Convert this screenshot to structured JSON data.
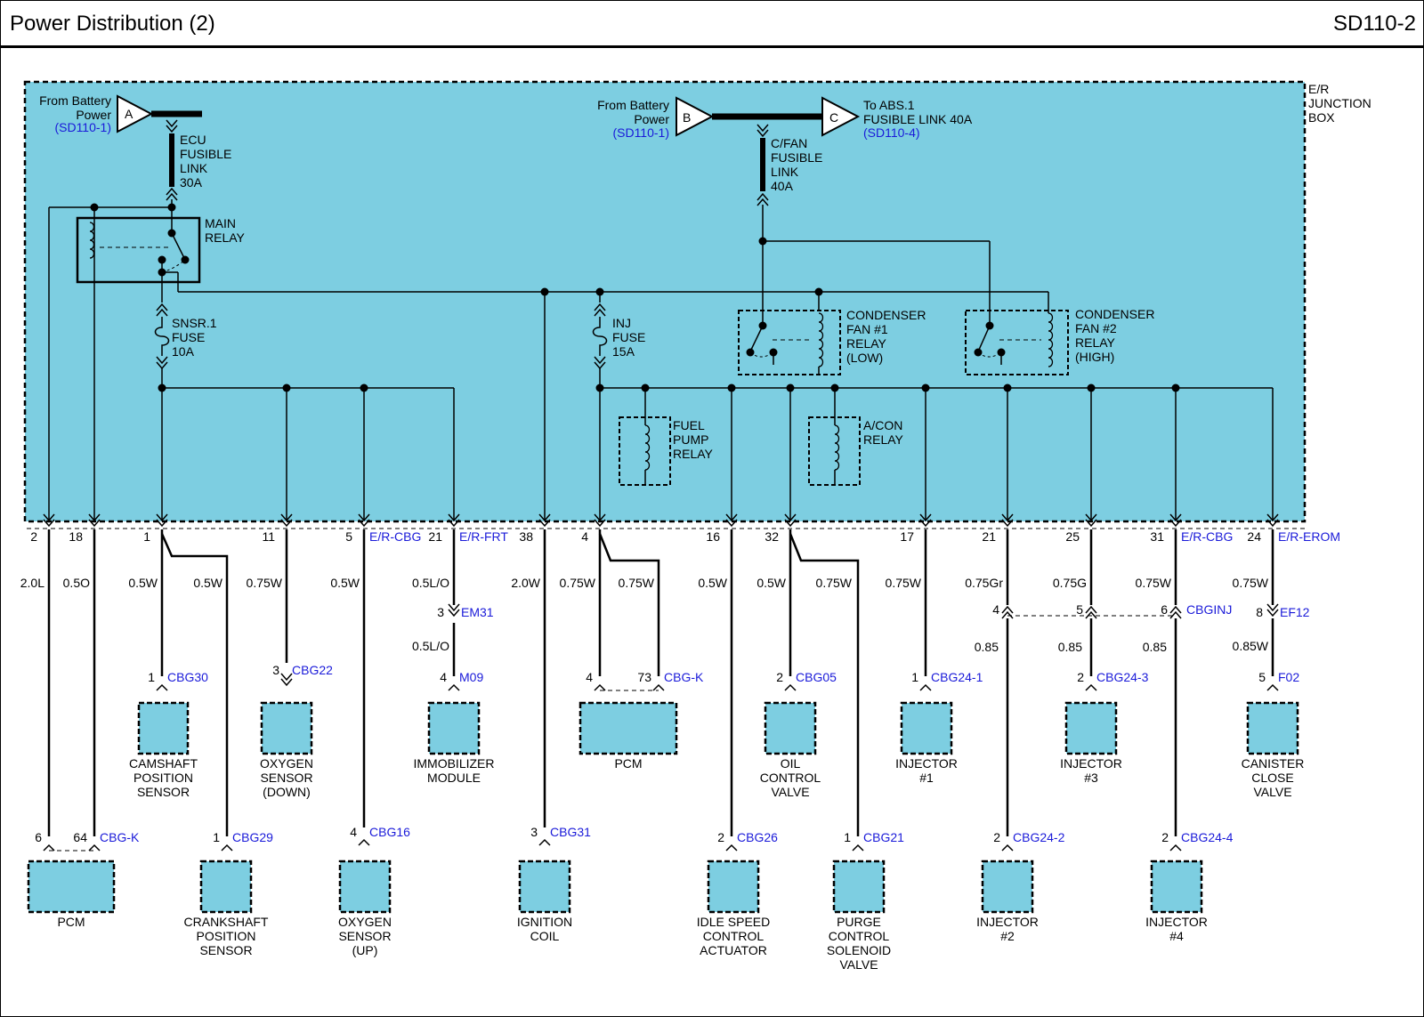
{
  "header": {
    "title": "Power Distribution (2)",
    "code": "SD110-2"
  },
  "colors": {
    "junction_fill": "#7dcee1",
    "component_fill": "#7dcee1",
    "ref_text": "#1a1ad9",
    "wire": "#000000"
  },
  "junction_box": {
    "label": [
      "E/R",
      "JUNCTION",
      "BOX"
    ]
  },
  "sources": {
    "a": {
      "letter": "A",
      "text": [
        "From Battery",
        "Power"
      ],
      "ref": "(SD110-1)"
    },
    "b": {
      "letter": "B",
      "text": [
        "From Battery",
        "Power"
      ],
      "ref": "(SD110-1)"
    },
    "c": {
      "letter": "C",
      "text": [
        "To ABS.1",
        "FUSIBLE LINK 40A"
      ],
      "ref": "(SD110-4)"
    }
  },
  "fuses": {
    "ecu": [
      "ECU",
      "FUSIBLE",
      "LINK",
      "30A"
    ],
    "cfan": [
      "C/FAN",
      "FUSIBLE",
      "LINK",
      "40A"
    ],
    "snsr": [
      "SNSR.1",
      "FUSE",
      "10A"
    ],
    "inj": [
      "INJ",
      "FUSE",
      "15A"
    ]
  },
  "relays": {
    "main": [
      "MAIN",
      "RELAY"
    ],
    "cond1": [
      "CONDENSER",
      "FAN #1",
      "RELAY",
      "(LOW)"
    ],
    "cond2": [
      "CONDENSER",
      "FAN #2",
      "RELAY",
      "(HIGH)"
    ],
    "fuel": [
      "FUEL",
      "PUMP",
      "RELAY"
    ],
    "acon": [
      "A/CON",
      "RELAY"
    ]
  },
  "pins": {
    "p1": "2",
    "p2": "18",
    "p3": "1",
    "p4": "11",
    "p5": "5",
    "p6": "21",
    "p7": "38",
    "p8": "4",
    "p9": "16",
    "p10": "32",
    "p11": "17",
    "p12": "21",
    "p13": "25",
    "p14": "31",
    "p15": "24"
  },
  "pin_refs": {
    "r5": "E/R-CBG",
    "r6": "E/R-FRT",
    "r14": "E/R-CBG",
    "r15": "E/R-EROM"
  },
  "wires": {
    "w1": "2.0L",
    "w2": "0.5O",
    "w3": "0.5W",
    "w3b": "0.5W",
    "w4": "0.75W",
    "w5": "0.5W",
    "w6": "0.5L/O",
    "w6b": "0.5L/O",
    "w7": "2.0W",
    "w8": "0.75W",
    "w8b": "0.75W",
    "w9": "0.5W",
    "w10": "0.5W",
    "w10b": "0.75W",
    "w11": "0.75W",
    "w12": "0.75Gr",
    "w13": "0.75G",
    "w14": "0.75W",
    "w15": "0.75W",
    "w12b": "0.85",
    "w13b": "0.85",
    "w14b": "0.85",
    "w15b": "0.85W"
  },
  "mid_connectors": {
    "em31": {
      "pin": "3",
      "ref": "EM31"
    },
    "cbginj": {
      "pins": [
        "4",
        "5",
        "6"
      ],
      "ref": "CBGINJ"
    },
    "ef12": {
      "pin": "8",
      "ref": "EF12"
    }
  },
  "components": {
    "cam": {
      "pin": "1",
      "ref": "CBG30",
      "name": [
        "CAMSHAFT",
        "POSITION",
        "SENSOR"
      ]
    },
    "o2down": {
      "pin": "3",
      "ref": "CBG22",
      "name": [
        "OXYGEN",
        "SENSOR",
        "(DOWN)"
      ]
    },
    "immo": {
      "pin": "4",
      "ref": "M09",
      "name": [
        "IMMOBILIZER",
        "MODULE"
      ]
    },
    "pcm1": {
      "pins": [
        "4",
        "73"
      ],
      "ref": "CBG-K",
      "name": [
        "PCM"
      ]
    },
    "ocv": {
      "pin": "2",
      "ref": "CBG05",
      "name": [
        "OIL",
        "CONTROL",
        "VALVE"
      ]
    },
    "inj1": {
      "pin": "1",
      "ref": "CBG24-1",
      "name": [
        "INJECTOR",
        "#1"
      ]
    },
    "inj3": {
      "pin": "2",
      "ref": "CBG24-3",
      "name": [
        "INJECTOR",
        "#3"
      ]
    },
    "ccv": {
      "pin": "5",
      "ref": "F02",
      "name": [
        "CANISTER",
        "CLOSE",
        "VALVE"
      ]
    },
    "pcm2": {
      "pins": [
        "6",
        "64"
      ],
      "ref": "CBG-K",
      "name": [
        "PCM"
      ]
    },
    "crank": {
      "pin": "1",
      "ref": "CBG29",
      "name": [
        "CRANKSHAFT",
        "POSITION",
        "SENSOR"
      ]
    },
    "o2up": {
      "pin": "4",
      "ref": "CBG16",
      "name": [
        "OXYGEN",
        "SENSOR",
        "(UP)"
      ]
    },
    "coil": {
      "pin": "3",
      "ref": "CBG31",
      "name": [
        "IGNITION",
        "COIL"
      ]
    },
    "isca": {
      "pin": "2",
      "ref": "CBG26",
      "name": [
        "IDLE SPEED",
        "CONTROL",
        "ACTUATOR"
      ]
    },
    "purge": {
      "pin": "1",
      "ref": "CBG21",
      "name": [
        "PURGE",
        "CONTROL",
        "SOLENOID",
        "VALVE"
      ]
    },
    "inj2": {
      "pin": "2",
      "ref": "CBG24-2",
      "name": [
        "INJECTOR",
        "#2"
      ]
    },
    "inj4": {
      "pin": "2",
      "ref": "CBG24-4",
      "name": [
        "INJECTOR",
        "#4"
      ]
    }
  }
}
